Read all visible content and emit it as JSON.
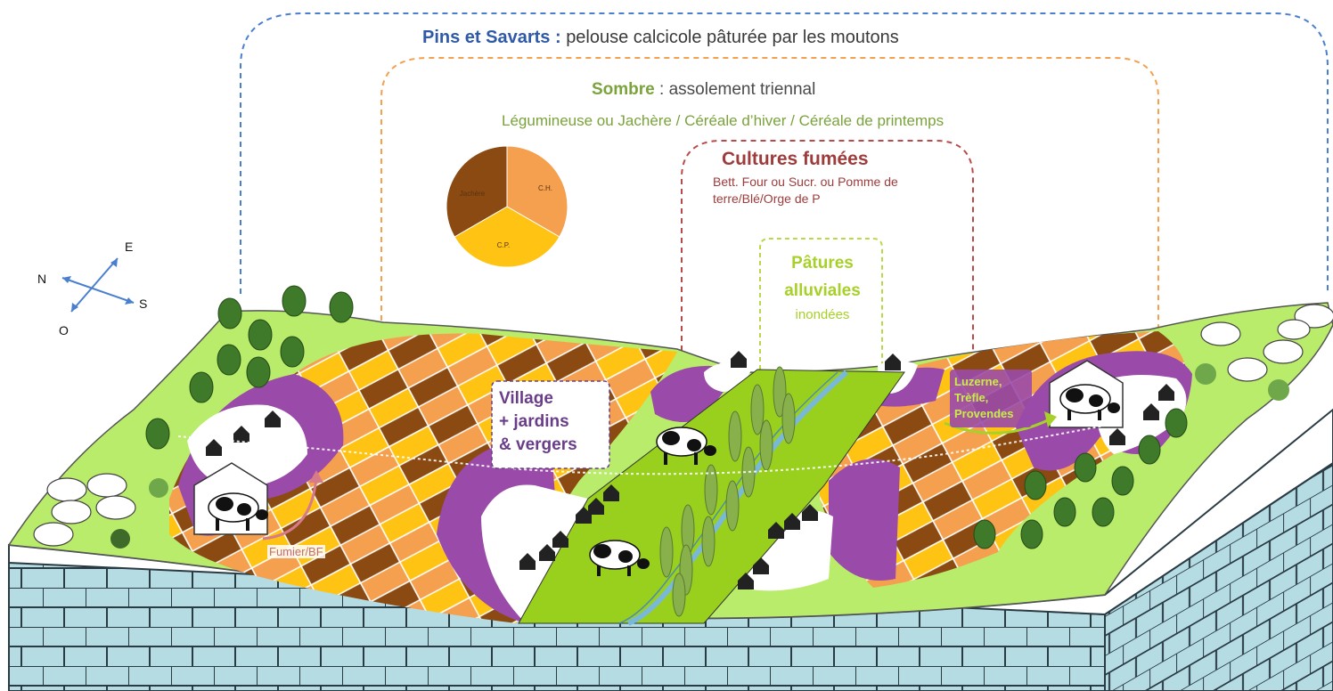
{
  "labels": {
    "pins_title": "Pins et Savarts :",
    "pins_desc": "pelouse calcicole pâturée par les moutons",
    "sombre_title": "Sombre",
    "sombre_desc": ": assolement triennal",
    "rotation": "Légumineuse ou Jachère / Céréale d’hiver / Céréale de printemps",
    "cultures_title": "Cultures fumées",
    "cultures_desc": "Bett. Four ou Sucr. ou Pomme de terre/Blé/Orge de P",
    "paturages_line1": "Pâtures",
    "paturages_line2": "alluviales",
    "paturages_line3": "inondées",
    "village_line1": "Village",
    "village_line2": "+ jardins",
    "village_line3": "& vergers",
    "luzerne_line1": "Luzerne,",
    "luzerne_line2": "Trèfle,",
    "luzerne_line3": "Provendes",
    "fumier": "Fumier/BF"
  },
  "pie": {
    "slices": [
      {
        "label": "C.H.",
        "value": 1,
        "color": "#f5a04e"
      },
      {
        "label": "C.P.",
        "value": 1,
        "color": "#ffc313"
      },
      {
        "label": "Jachère",
        "value": 1,
        "color": "#8b4a12"
      }
    ]
  },
  "compass": {
    "n": "N",
    "e": "E",
    "s": "S",
    "o": "O"
  },
  "colors": {
    "pins_border": "#4a7fd0",
    "sombre_border": "#f5a04e",
    "cultures_border": "#b84a4a",
    "paturages_border": "#b8d84a",
    "pasture_green": "#b9ec6a",
    "alluvial_green": "#99d01e",
    "cultures_purple": "#9a4aa8",
    "field_brown": "#8b4a12",
    "field_orange": "#f5a04e",
    "field_yellow": "#ffc313",
    "bedrock": "#b5dbe3",
    "river": "#7ab8d8"
  }
}
